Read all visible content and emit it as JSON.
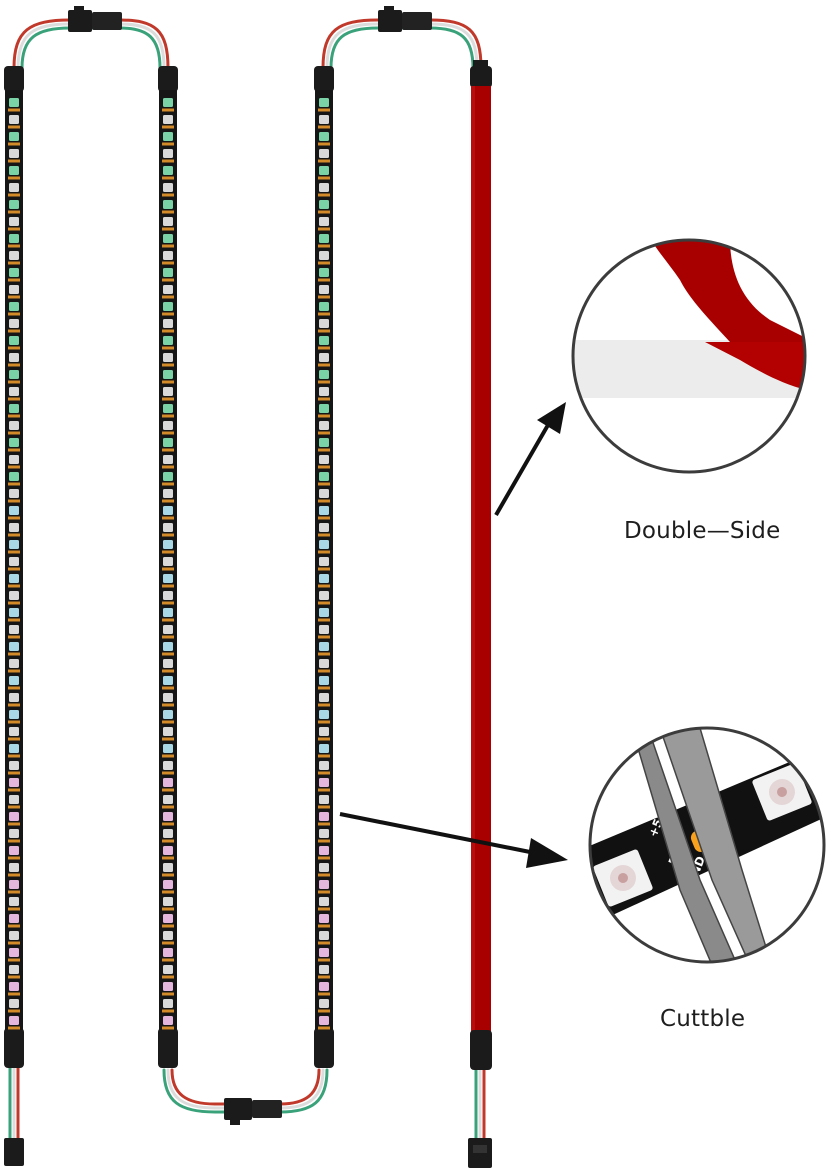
{
  "callouts": {
    "double_side": {
      "label": "Double—Side"
    },
    "cuttable": {
      "label": "Cuttble"
    }
  },
  "pcb_marks": {
    "plus5v": "+5V",
    "din": "Din",
    "gnd": "GND"
  },
  "colors": {
    "strip_pcb": "#1a1a1a",
    "adhesive_red": "#a80000",
    "solder_pad": "#f7a11e",
    "wire_red": "#c0392b",
    "wire_white": "#e9e9e9",
    "wire_green": "#2e9e6e"
  }
}
